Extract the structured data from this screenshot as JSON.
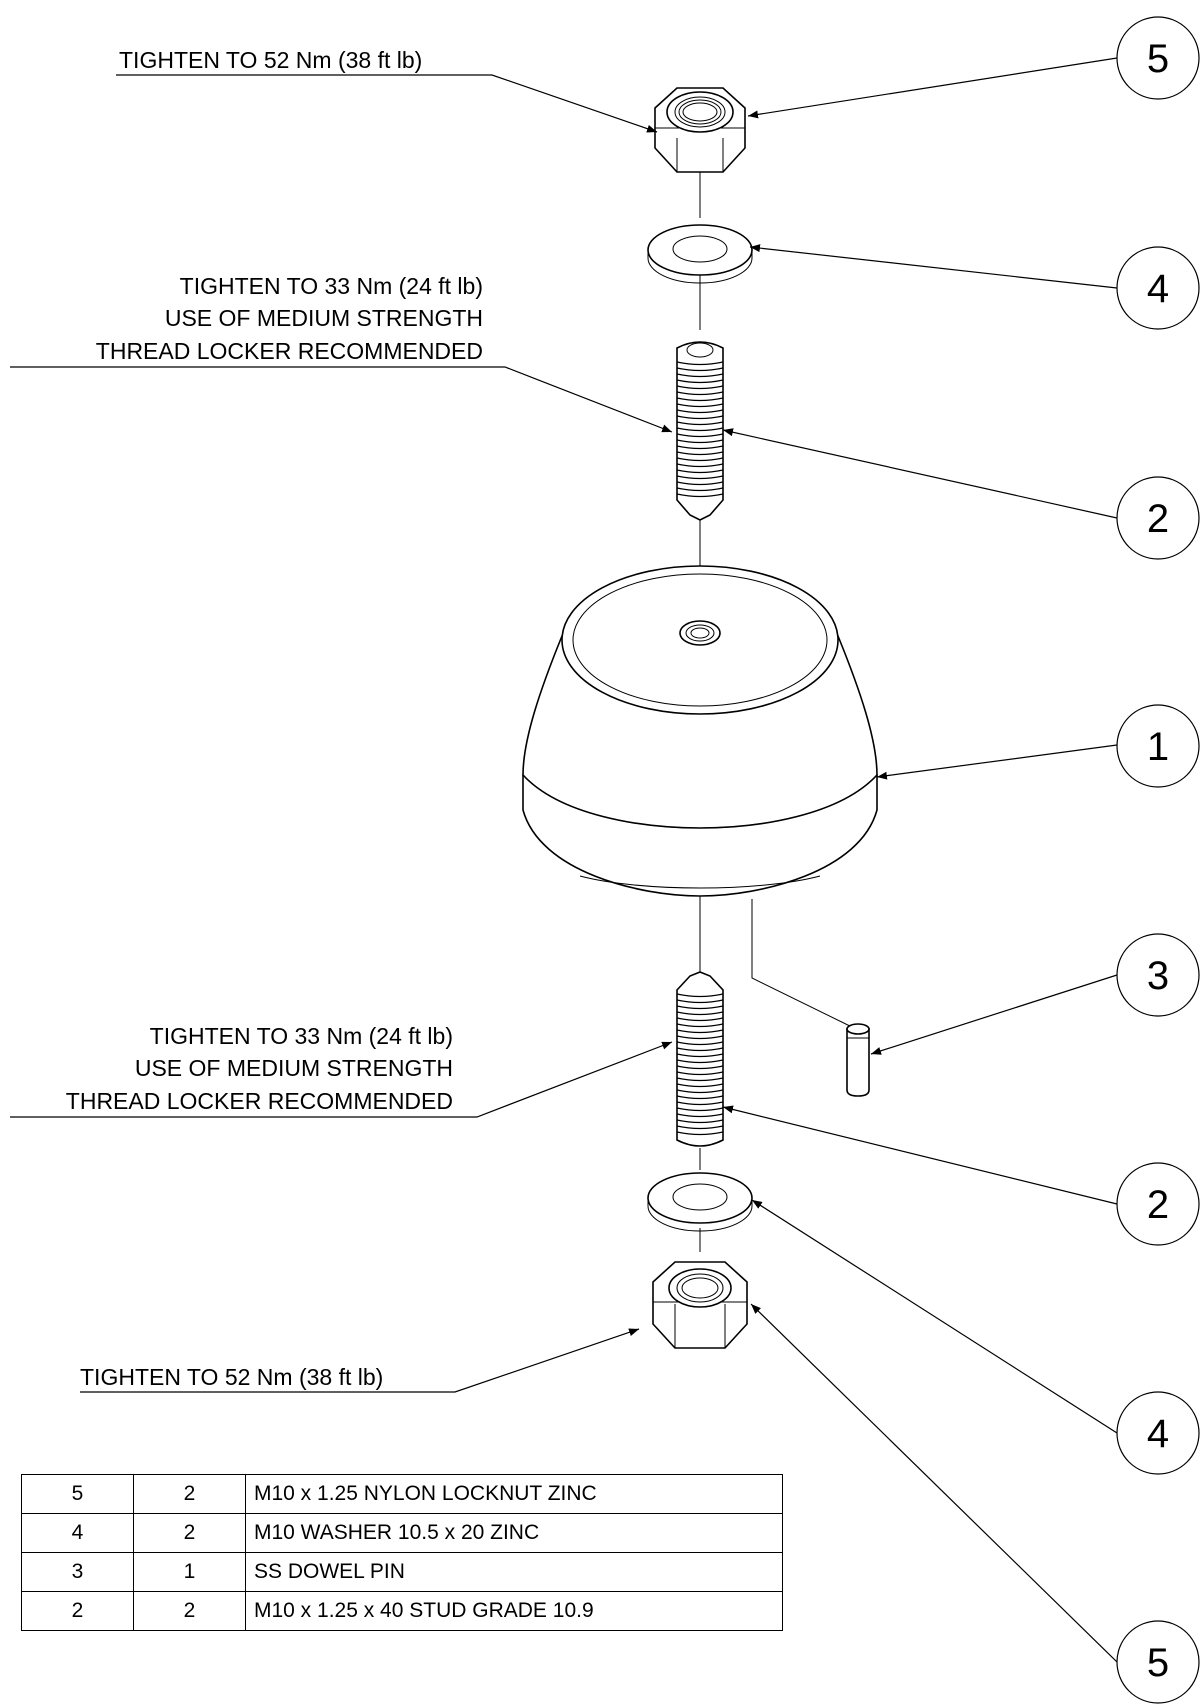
{
  "notes": {
    "torque_nut_top": "TIGHTEN TO 52 Nm (38 ft lb)",
    "torque_stud_top": [
      "TIGHTEN TO 33 Nm (24 ft lb)",
      "USE OF MEDIUM STRENGTH",
      "THREAD LOCKER RECOMMENDED"
    ],
    "torque_stud_bottom": [
      "TIGHTEN TO 33 Nm (24 ft lb)",
      "USE OF MEDIUM STRENGTH",
      "THREAD LOCKER RECOMMENDED"
    ],
    "torque_nut_bottom": "TIGHTEN TO 52 Nm (38 ft lb)"
  },
  "balloons": [
    "5",
    "4",
    "2",
    "1",
    "3",
    "2",
    "4",
    "5"
  ],
  "bom": {
    "rows": [
      {
        "item": "5",
        "qty": "2",
        "description": "M10 x 1.25 NYLON LOCKNUT ZINC"
      },
      {
        "item": "4",
        "qty": "2",
        "description": "M10 WASHER 10.5 x 20 ZINC"
      },
      {
        "item": "3",
        "qty": "1",
        "description": "SS DOWEL PIN"
      },
      {
        "item": "2",
        "qty": "2",
        "description": "M10 x 1.25 x 40 STUD GRADE 10.9"
      }
    ]
  }
}
